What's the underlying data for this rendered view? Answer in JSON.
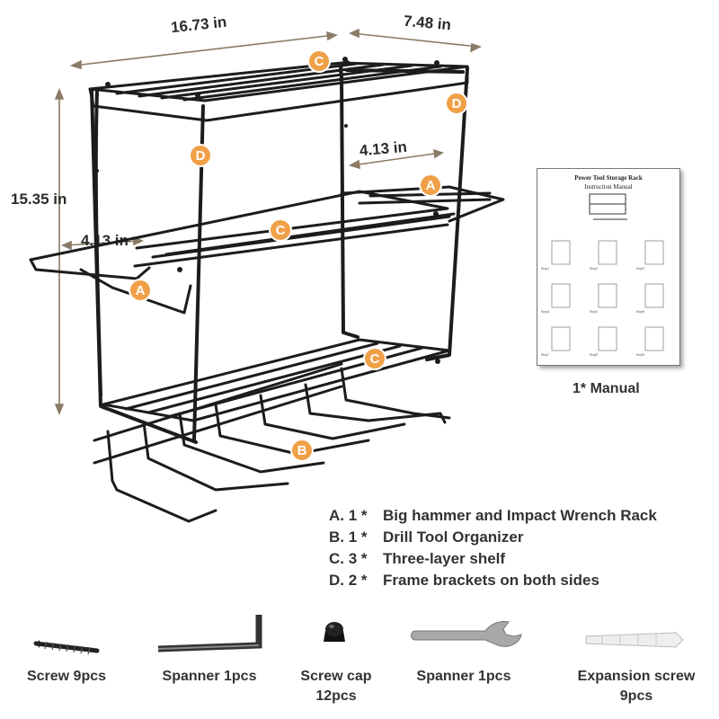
{
  "dimensions": {
    "width": "16.73 in",
    "depth": "7.48 in",
    "height": "15.35 in",
    "rack_upper": "4.13 in",
    "rack_lower": "4.13 in"
  },
  "badges": [
    "C",
    "D",
    "D",
    "A",
    "C",
    "A",
    "C",
    "B"
  ],
  "manual": {
    "title": "Power Tool Storage Rack",
    "subtitle": "Instruction Manual",
    "steps": [
      "Step1",
      "Step2",
      "Step3",
      "Step4",
      "Step5",
      "Step6",
      "Step7",
      "Step8",
      "Step9"
    ],
    "caption": "1* Manual"
  },
  "legend": [
    {
      "letter": "A. 1 *",
      "text": "Big hammer and Impact Wrench Rack"
    },
    {
      "letter": "B. 1 *",
      "text": "Drill Tool Organizer"
    },
    {
      "letter": "C. 3 *",
      "text": "Three-layer shelf"
    },
    {
      "letter": "D. 2 *",
      "text": "Frame brackets on both sides"
    }
  ],
  "accessories": [
    {
      "icon": "screw-icon",
      "line1": "Screw 9pcs",
      "line2": ""
    },
    {
      "icon": "allen-key-icon",
      "line1": "Spanner 1pcs",
      "line2": ""
    },
    {
      "icon": "screw-cap-icon",
      "line1": "Screw cap",
      "line2": "12pcs"
    },
    {
      "icon": "wrench-icon",
      "line1": "Spanner 1pcs",
      "line2": ""
    },
    {
      "icon": "expansion-screw-icon",
      "line1": "Expansion screw",
      "line2": "9pcs"
    }
  ],
  "colors": {
    "badge": "#f0a047",
    "metal": "#1c1c1c",
    "dimension_arrow": "#8a7a66"
  }
}
